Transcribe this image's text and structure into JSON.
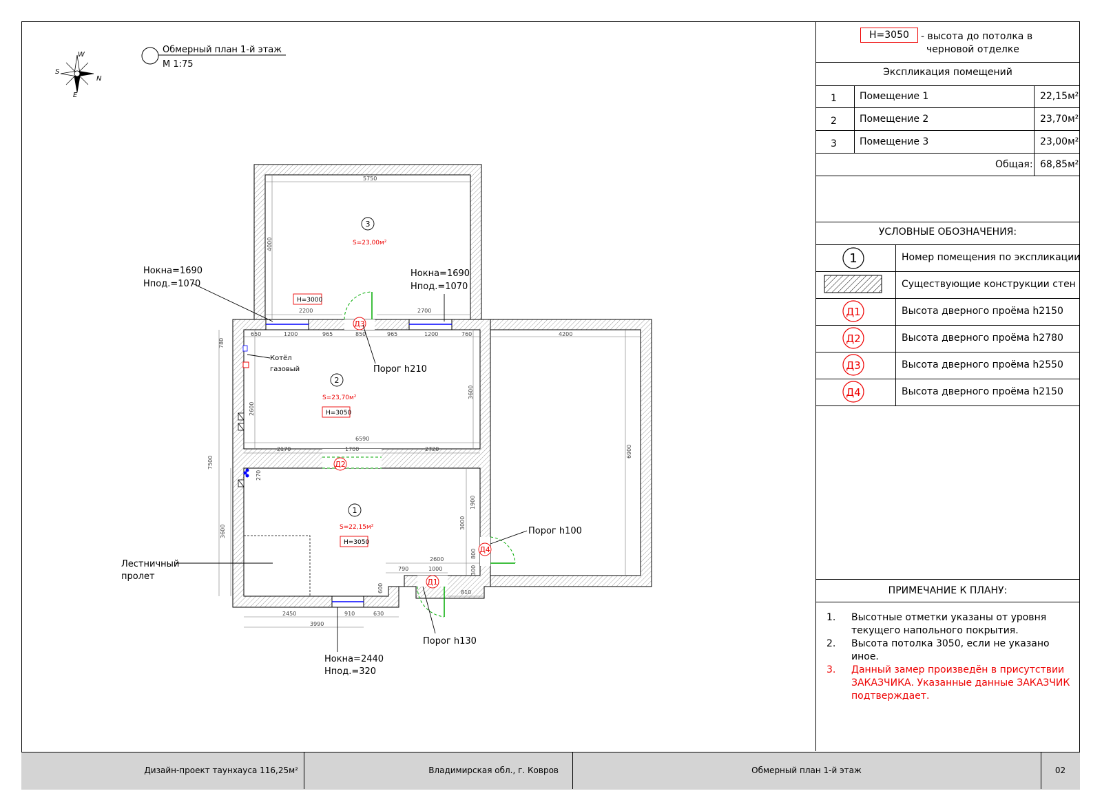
{
  "plan_title": {
    "name": "Обмерный план 1-й этаж",
    "scale": "М 1:75"
  },
  "compass": {
    "n": "N",
    "s": "S",
    "w": "W",
    "e": "E"
  },
  "ceiling_key": {
    "badge": "Н=3050",
    "text_line1": "- высота до потолка в",
    "text_line2": "черновой отделке"
  },
  "explication": {
    "title": "Экспликация помещений",
    "rows": [
      {
        "num": "1",
        "name": "Помещение 1",
        "area": "22,15м²"
      },
      {
        "num": "2",
        "name": "Помещение 2",
        "area": "23,70м²"
      },
      {
        "num": "3",
        "name": "Помещение 3",
        "area": "23,00м²"
      }
    ],
    "total_label": "Общая:",
    "total_value": "68,85м²"
  },
  "legend": {
    "title": "УСЛОВНЫЕ ОБОЗНАЧЕНИЯ:",
    "items": [
      {
        "symbol": "1",
        "text": "Номер помещения по экспликации"
      },
      {
        "symbol": "",
        "text": "Существующие конструкции стен"
      },
      {
        "symbol": "Д1",
        "text": "Высота дверного проёма h2150"
      },
      {
        "symbol": "Д2",
        "text": "Высота дверного проёма h2780"
      },
      {
        "symbol": "Д3",
        "text": "Высота дверного проёма h2550"
      },
      {
        "symbol": "Д4",
        "text": "Высота дверного проёма h2150"
      }
    ]
  },
  "notes": {
    "title": "ПРИМЕЧАНИЕ К ПЛАНУ:",
    "items": [
      {
        "num": "1.",
        "text": "Высотные отметки указаны от уровня текущего напольного покрытия."
      },
      {
        "num": "2.",
        "text": "Высота потолка 3050, если не указано иное."
      },
      {
        "num": "3.",
        "text": "Данный замер произведён в присутствии ЗАКАЗЧИКА. Указанные данные ЗАКАЗЧИК подтверждает."
      }
    ]
  },
  "footer": {
    "project": "Дизайн-проект таунхауса 116,25м²",
    "location": "Владимирская обл., г. Ковров",
    "sheet_title": "Обмерный план 1-й этаж",
    "sheet_num": "02"
  },
  "rooms": [
    {
      "num": "3",
      "area": "S=23,00м²",
      "height": ""
    },
    {
      "num": "2",
      "area": "S=23,70м²",
      "height": "Н=3050"
    },
    {
      "num": "1",
      "area": "S=22,15м²",
      "height": "Н=3050"
    }
  ],
  "callouts": {
    "win_left_1": "Нокна=1690",
    "win_left_2": "Нпод.=1070",
    "win_right_1": "Нокна=1690",
    "win_right_2": "Нпод.=1070",
    "win_bottom_1": "Нокна=2440",
    "win_bottom_2": "Нпод.=320",
    "porog_210": "Порог h210",
    "porog_100": "Порог h100",
    "porog_130": "Порог h130",
    "boiler_1": "Котёл",
    "boiler_2": "газовый",
    "stair_1": "Лестничный",
    "stair_2": "пролет",
    "room3_height": "Н=3000"
  },
  "doors": [
    "Д1",
    "Д2",
    "Д3",
    "Д4"
  ],
  "dimensions": {
    "d5750": "5750",
    "d4000": "4000",
    "d2200": "2200",
    "d2700": "2700",
    "d650": "650",
    "d1200a": "1200",
    "d965a": "965",
    "d850": "850",
    "d965b": "965",
    "d1200b": "1200",
    "d760": "760",
    "d4200": "4200",
    "d780": "780",
    "d2600a": "2600",
    "d3600a": "3600",
    "d6590": "6590",
    "d2170": "2170",
    "d1700": "1700",
    "d2720": "2720",
    "d7500": "7500",
    "d6900": "6900",
    "d3600b": "3600",
    "d1900": "1900",
    "d3000": "3000",
    "d800": "800",
    "d2600b": "2600",
    "d790": "790",
    "d1000": "1000",
    "d300": "300",
    "d600": "600",
    "d810": "810",
    "d2450": "2450",
    "d910": "910",
    "d630": "630",
    "d3990": "3990",
    "d270": "270"
  }
}
